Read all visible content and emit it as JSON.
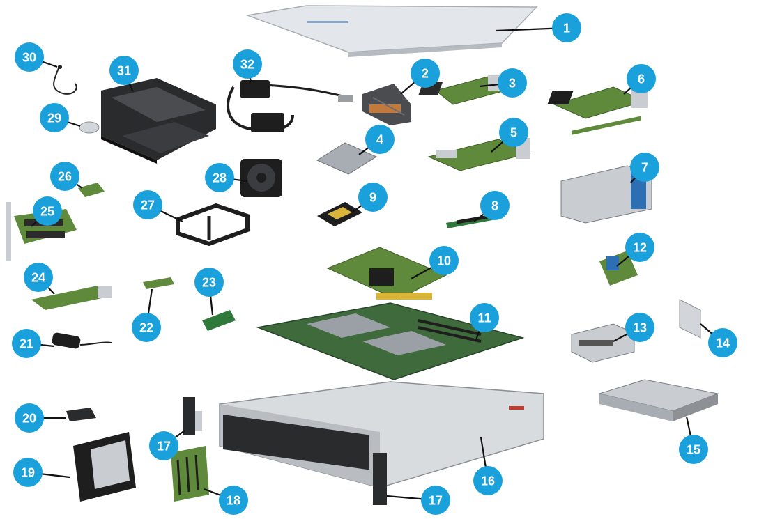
{
  "colors": {
    "callout": "#1aa1db",
    "leader": "#111111",
    "metal": "#c9ccd0",
    "metal_dark": "#8d9196",
    "pcb_green": "#5f8a3c",
    "black": "#1e1e1e"
  },
  "callouts": [
    {
      "id": 1,
      "label": "1"
    },
    {
      "id": 2,
      "label": "2"
    },
    {
      "id": 3,
      "label": "3"
    },
    {
      "id": 4,
      "label": "4"
    },
    {
      "id": 5,
      "label": "5"
    },
    {
      "id": 6,
      "label": "6"
    },
    {
      "id": 7,
      "label": "7"
    },
    {
      "id": 8,
      "label": "8"
    },
    {
      "id": 9,
      "label": "9"
    },
    {
      "id": 10,
      "label": "10"
    },
    {
      "id": 11,
      "label": "11"
    },
    {
      "id": 12,
      "label": "12"
    },
    {
      "id": 13,
      "label": "13"
    },
    {
      "id": 14,
      "label": "14"
    },
    {
      "id": 15,
      "label": "15"
    },
    {
      "id": 16,
      "label": "16"
    },
    {
      "id": 17,
      "label": "17"
    },
    {
      "id": 172,
      "label": "17"
    },
    {
      "id": 18,
      "label": "18"
    },
    {
      "id": 19,
      "label": "19"
    },
    {
      "id": 20,
      "label": "20"
    },
    {
      "id": 21,
      "label": "21"
    },
    {
      "id": 22,
      "label": "22"
    },
    {
      "id": 23,
      "label": "23"
    },
    {
      "id": 24,
      "label": "24"
    },
    {
      "id": 25,
      "label": "25"
    },
    {
      "id": 26,
      "label": "26"
    },
    {
      "id": 27,
      "label": "27"
    },
    {
      "id": 28,
      "label": "28"
    },
    {
      "id": 29,
      "label": "29"
    },
    {
      "id": 30,
      "label": "30"
    },
    {
      "id": 31,
      "label": "31"
    },
    {
      "id": 32,
      "label": "32"
    }
  ]
}
